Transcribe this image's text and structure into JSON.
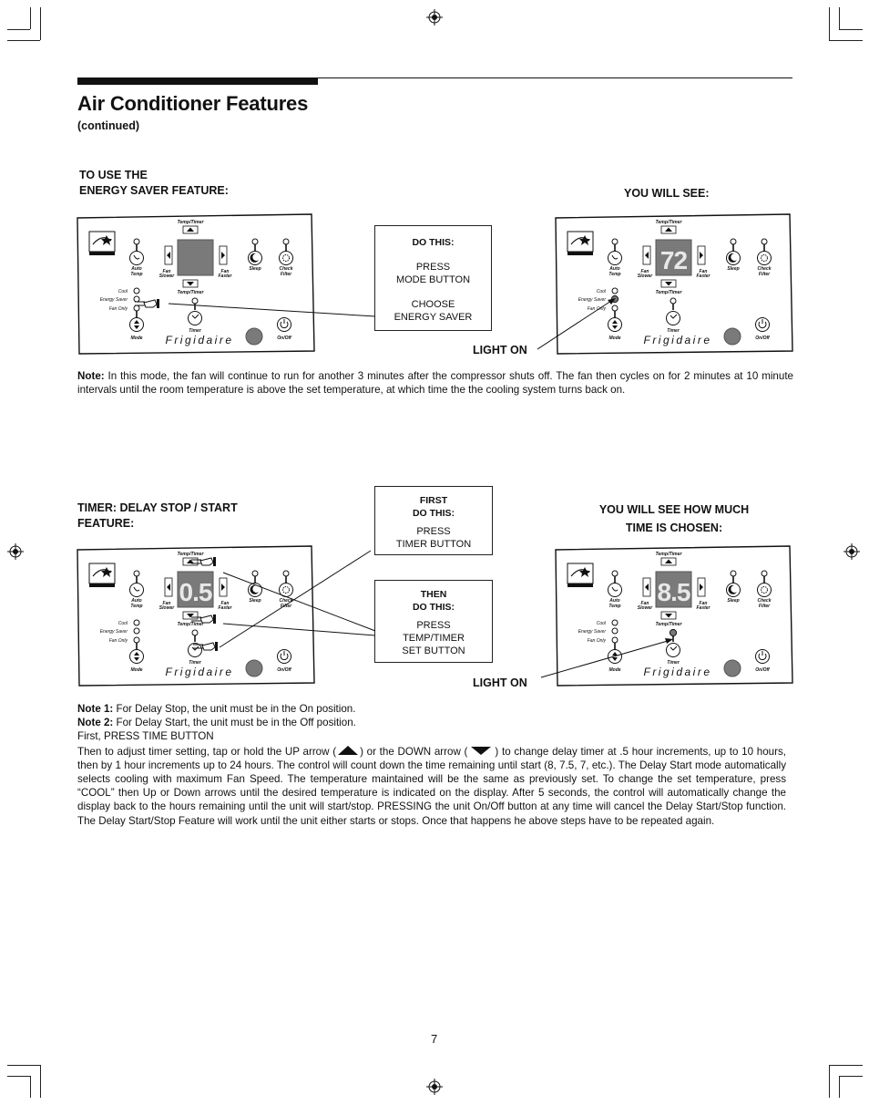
{
  "header": {
    "title": "Air Conditioner Features",
    "subtitle": "(continued)"
  },
  "energy_section": {
    "left_label": [
      "TO USE THE",
      "ENERGY SAVER FEATURE:"
    ],
    "right_label": "YOU WILL SEE:",
    "instruction": {
      "heading": "DO THIS:",
      "line1": "PRESS",
      "line2": "MODE BUTTON",
      "line3": "CHOOSE",
      "line4": "ENERGY SAVER"
    },
    "light_on": "LIGHT ON",
    "note_label": "Note:",
    "note_text": " In this mode, the fan will continue to run for another 3 minutes after the compressor shuts off. The fan then cycles on for 2 minutes at 10 minute intervals until the room temperature is above the set temperature, at which time the the cooling system turns back on."
  },
  "timer_section": {
    "left_label": [
      "TIMER: DELAY STOP / START",
      "FEATURE:"
    ],
    "right_label": [
      "YOU WILL SEE HOW MUCH",
      "TIME IS CHOSEN:"
    ],
    "first_box": {
      "heading1": "FIRST",
      "heading2": "DO THIS:",
      "line1": "PRESS",
      "line2": "TIMER BUTTON"
    },
    "then_box": {
      "heading1": "THEN",
      "heading2": "DO THIS:",
      "line1": "PRESS",
      "line2": "TEMP/TIMER",
      "line3": "SET BUTTON"
    },
    "light_on": "LIGHT ON",
    "note1_label": "Note 1:",
    "note1_text": " For Delay Stop, the unit must be in the On position.",
    "note2_label": "Note 2:",
    "note2_text": " For Delay Start, the unit must be in the Off position.",
    "first_line": "First, PRESS TIME BUTTON",
    "para_a": "Then to adjust timer setting, tap or hold the UP arrow (",
    "para_b": ") or the DOWN arrow (",
    "para_c": ") to change delay timer at .5 hour increments, up to 10 hours, then by 1 hour increments up to 24 hours. The control will count down the time remaining until start (8, 7.5, 7, etc.). The Delay Start mode automatically selects cooling with maximum Fan Speed. The temperature maintained will be the same as previously set. To change the set temperature, press “COOL” then Up or Down arrows until the desired temperature is indicated on the display. After 5 seconds, the control will automatically change the display back to the hours remaining until the unit will start/stop. PRESSING the unit On/Off button at any time will cancel the Delay Start/Stop function. The Delay Start/Stop Feature will work until the unit either starts or stops. Once that happens he above steps have to be repeated again."
  },
  "panel_labels": {
    "temp_timer": "Temp/Timer",
    "auto": "Auto",
    "temp": "Temp",
    "fan_slower_1": "Fan",
    "fan_slower_2": "Slower",
    "fan_faster_1": "Fan",
    "fan_faster_2": "Faster",
    "sleep": "Sleep",
    "check_1": "Check",
    "check_2": "Filter",
    "cool": "Cool",
    "energy_saver": "Energy Saver",
    "fan_only": "Fan Only",
    "timer": "Timer",
    "mode": "Mode",
    "on_off": "On/Off",
    "brand": "Frigidaire",
    "energy_star": "ENERGY STAR"
  },
  "displays": {
    "energy_left": "",
    "energy_right": "72",
    "timer_left": "0.5",
    "timer_right": "8.5"
  },
  "page_number": "7"
}
